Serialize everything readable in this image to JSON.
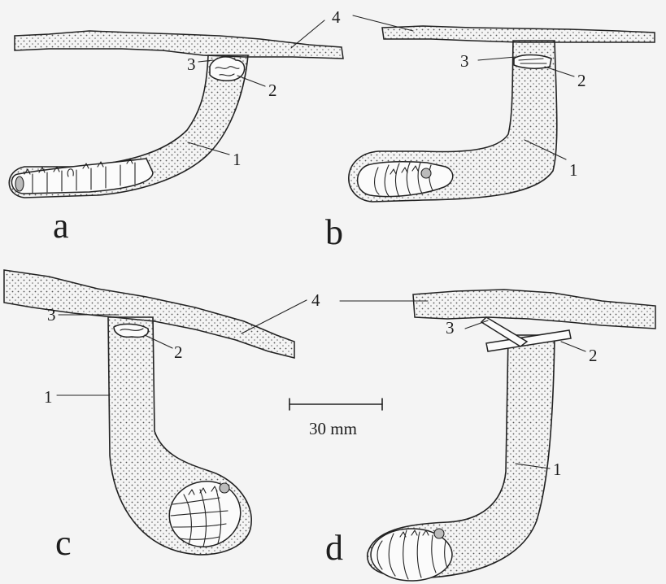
{
  "panels": {
    "a": {
      "letter": "a",
      "labels": {
        "burrow": "1",
        "plug": "2",
        "entrance": "3",
        "surface": "4"
      }
    },
    "b": {
      "letter": "b",
      "labels": {
        "burrow": "1",
        "plug": "2",
        "entrance": "3"
      }
    },
    "c": {
      "letter": "c",
      "labels": {
        "burrow": "1",
        "plug": "2",
        "entrance": "3",
        "surface": "4"
      }
    },
    "d": {
      "letter": "d",
      "labels": {
        "burrow": "1",
        "plug": "2",
        "entrance": "3"
      }
    }
  },
  "scale_bar": {
    "label": "30 mm"
  },
  "colors": {
    "ink": "#222222",
    "paper": "#f4f4f4",
    "stipple": "#555555"
  }
}
